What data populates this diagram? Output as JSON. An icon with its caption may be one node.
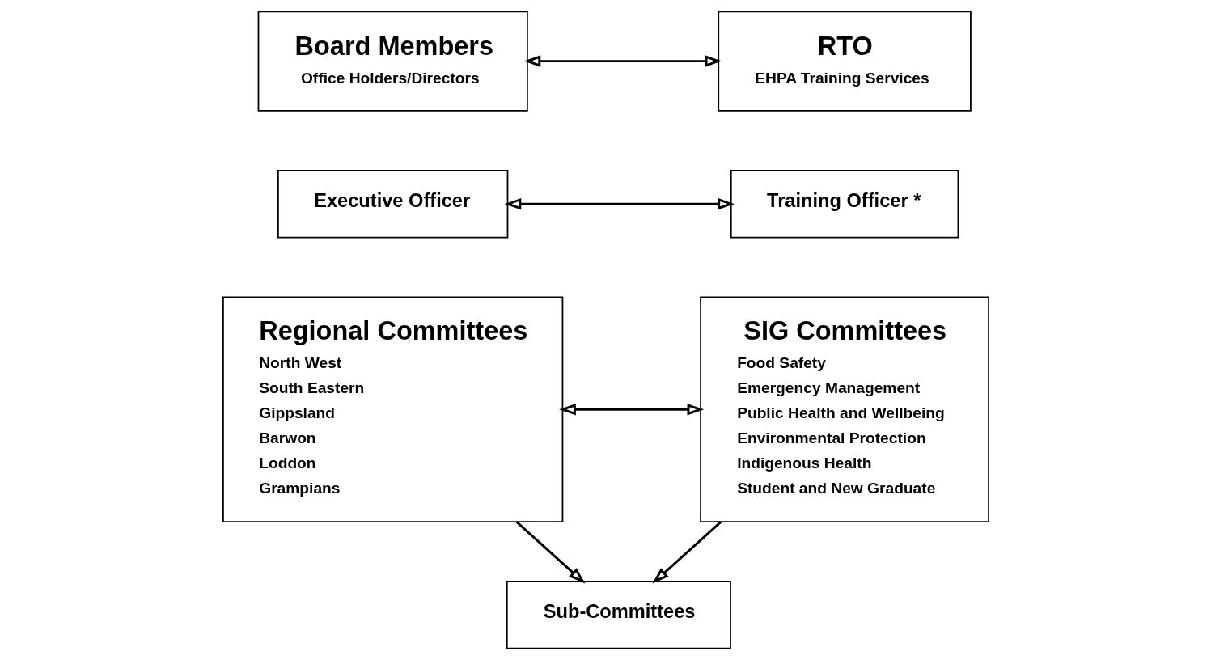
{
  "diagram": {
    "nodes": [
      {
        "text": [
          "Board Members",
          "Office Holders/Directors"
        ]
      },
      {
        "text": [
          "RTO",
          "EHPA Training Services"
        ]
      },
      {
        "text": [
          "Executive Officer"
        ]
      },
      {
        "text": [
          "Training Officer *"
        ]
      },
      {
        "text": [
          "Regional Committees",
          "North West",
          "South Eastern",
          "Gippsland",
          "Barwon",
          "Loddon",
          "Grampians"
        ]
      },
      {
        "text": [
          "SIG Committees",
          "Food Safety",
          "Emergency Management",
          "Public Health and Wellbeing",
          "Environmental Protection",
          "Indigenous Health",
          "Student and New Graduate"
        ]
      },
      {
        "text": [
          "Sub-Committees"
        ]
      }
    ],
    "edges": [
      {
        "from": 0,
        "to": 1,
        "arrow": "both"
      },
      {
        "from": 2,
        "to": 3,
        "arrow": "both"
      },
      {
        "from": 4,
        "to": 5,
        "arrow": "both"
      },
      {
        "from": 4,
        "to": 6,
        "arrow": "to"
      },
      {
        "from": 5,
        "to": 6,
        "arrow": "to"
      }
    ]
  }
}
